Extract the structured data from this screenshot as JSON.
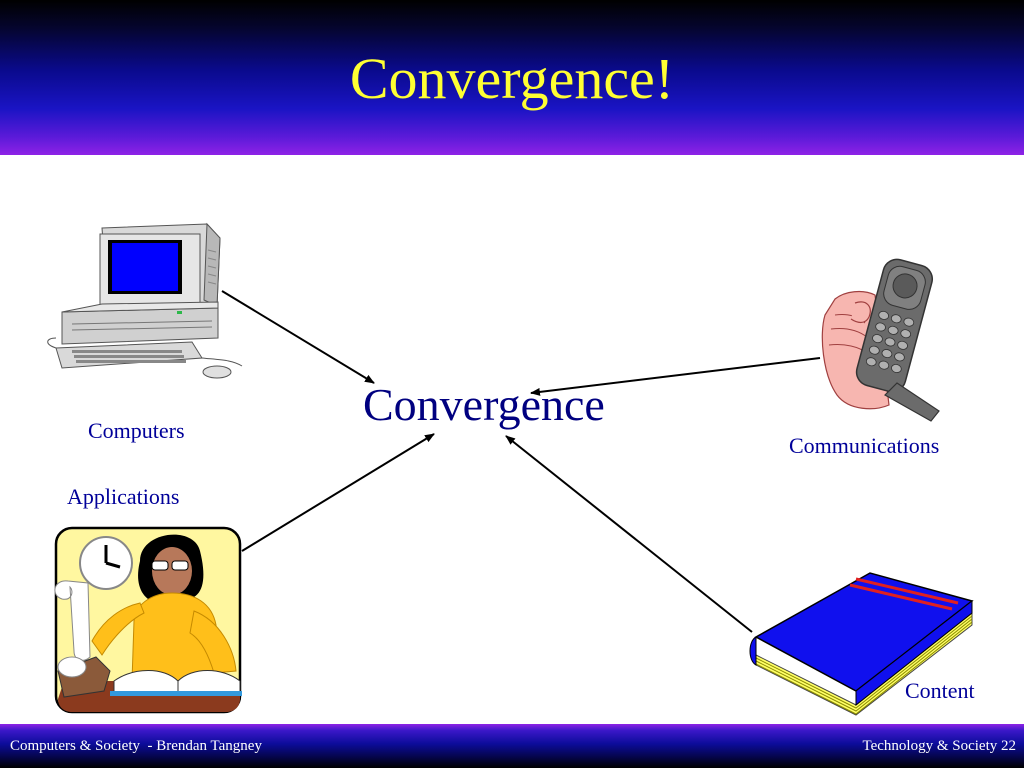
{
  "slide": {
    "title": "Convergence!",
    "center_label": "Convergence"
  },
  "nodes": {
    "computers": "Computers",
    "communications": "Communications",
    "applications": "Applications",
    "content": "Content"
  },
  "footer": {
    "left": "Computers & Society  - Brendan Tangney",
    "right": "Technology & Society 22"
  },
  "colors": {
    "title": "#ffff33",
    "label": "#000099",
    "header_top": "#000000",
    "header_mid": "#1a14c4",
    "header_bottom": "#8e22e6"
  },
  "icons": [
    "computer-icon",
    "phone-icon",
    "person-desk-icon",
    "book-icon"
  ]
}
